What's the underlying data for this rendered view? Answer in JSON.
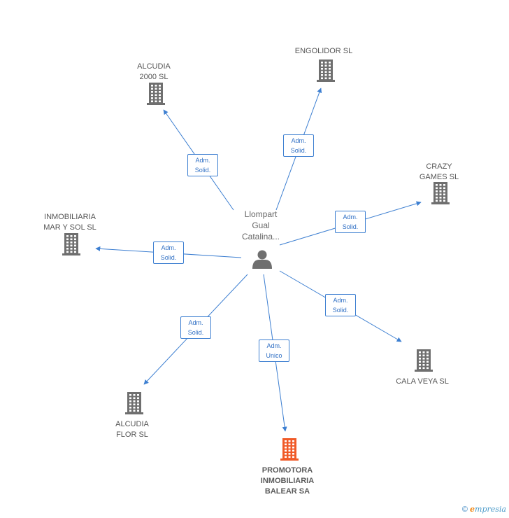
{
  "center": {
    "label_lines": [
      "Llompart",
      "Gual",
      "Catalina..."
    ]
  },
  "colors": {
    "edge": "#3d7fd1",
    "building": "#6f6f6f",
    "highlight": "#f05a28",
    "person": "#6f6f6f"
  },
  "nodes": [
    {
      "id": "alcudia-2000",
      "label_lines": [
        "ALCUDIA",
        "2000 SL"
      ],
      "highlight": false
    },
    {
      "id": "engolidor",
      "label_lines": [
        "ENGOLIDOR SL"
      ],
      "highlight": false
    },
    {
      "id": "crazy-games",
      "label_lines": [
        "CRAZY",
        "GAMES SL"
      ],
      "highlight": false
    },
    {
      "id": "inmobiliaria-mar",
      "label_lines": [
        "INMOBILIARIA",
        "MAR Y SOL SL"
      ],
      "highlight": false
    },
    {
      "id": "cala-veya",
      "label_lines": [
        "CALA VEYA SL"
      ],
      "highlight": false
    },
    {
      "id": "alcudia-flor",
      "label_lines": [
        "ALCUDIA",
        "FLOR SL"
      ],
      "highlight": false
    },
    {
      "id": "promotora",
      "label_lines": [
        "PROMOTORA",
        "INMOBILIARIA",
        "BALEAR SA"
      ],
      "highlight": true
    }
  ],
  "edges": [
    {
      "to": "alcudia-2000",
      "label_lines": [
        "Adm.",
        "Solid."
      ]
    },
    {
      "to": "engolidor",
      "label_lines": [
        "Adm.",
        "Solid."
      ]
    },
    {
      "to": "crazy-games",
      "label_lines": [
        "Adm.",
        "Solid."
      ]
    },
    {
      "to": "inmobiliaria-mar",
      "label_lines": [
        "Adm.",
        "Solid."
      ]
    },
    {
      "to": "cala-veya",
      "label_lines": [
        "Adm.",
        "Solid."
      ]
    },
    {
      "to": "alcudia-flor",
      "label_lines": [
        "Adm.",
        "Solid."
      ]
    },
    {
      "to": "promotora",
      "label_lines": [
        "Adm.",
        "Unico"
      ]
    }
  ],
  "footer": {
    "copyright": "©",
    "brand_initial": "e",
    "brand_rest": "mpresia"
  }
}
